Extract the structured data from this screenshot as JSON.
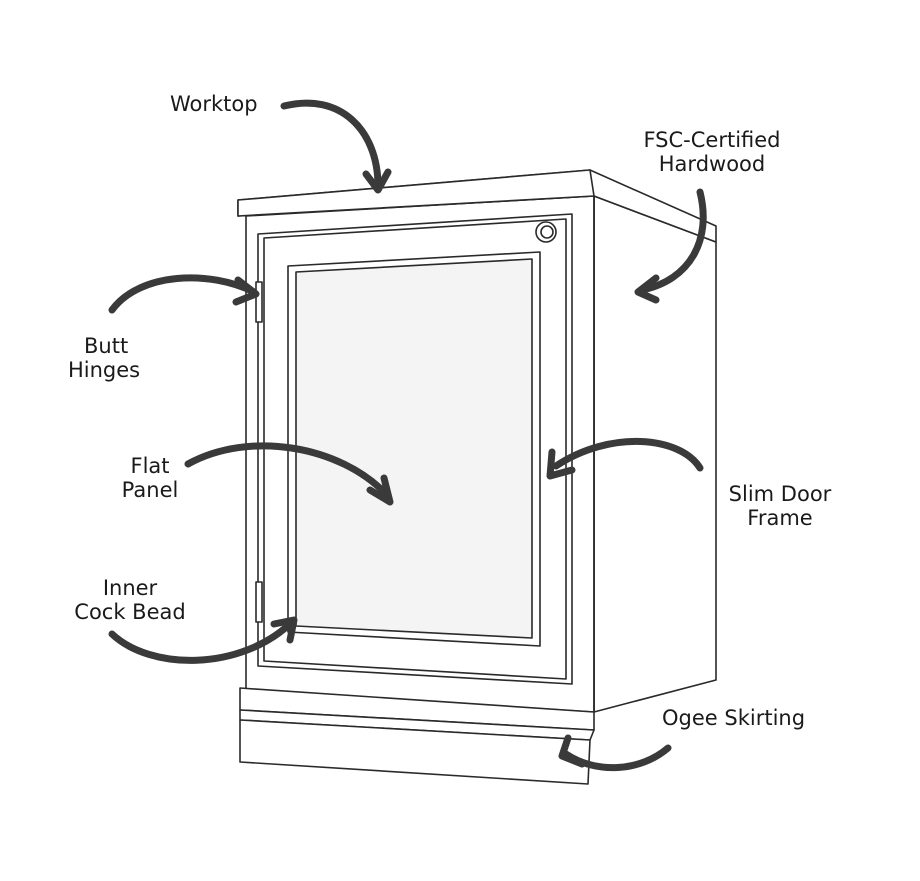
{
  "labels": {
    "worktop": [
      "Worktop"
    ],
    "fsc": [
      "FSC-Certified",
      "Hardwood"
    ],
    "butt_hinges": [
      "Butt",
      "Hinges"
    ],
    "flat_panel": [
      "Flat",
      "Panel"
    ],
    "slim_door_frame": [
      "Slim Door",
      "Frame"
    ],
    "inner_cock_bead": [
      "Inner",
      "Cock Bead"
    ],
    "ogee_skirting": [
      "Ogee Skirting"
    ]
  },
  "colors": {
    "line": "#2a2a2a",
    "arrow": "#3a3a3a",
    "panel_fill": "#f4f4f4",
    "body_fill": "#ffffff"
  }
}
